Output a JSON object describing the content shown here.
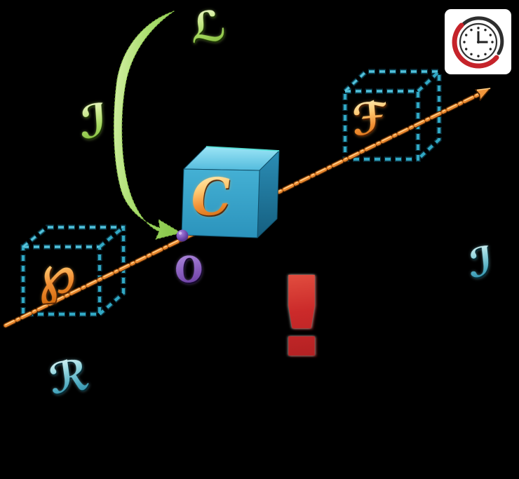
{
  "scene": {
    "description": "3D diagram: dashed trajectory arrow through past, current and future cubes with curved arrow, origin point, clock icon and exclamation mark",
    "background_color": "#000000"
  },
  "letters": {
    "top": {
      "letter": "L",
      "glyph": "ℒ",
      "color": "green"
    },
    "arc": {
      "letter": "T",
      "glyph": "ℐ",
      "color": "green"
    },
    "center_cube": {
      "letter": "C",
      "glyph": "C",
      "color": "orange"
    },
    "origin": {
      "letter": "O",
      "glyph": "ℴ",
      "color": "purple"
    },
    "left_cube": {
      "letter": "P",
      "glyph": "℘",
      "color": "orange"
    },
    "right_cube": {
      "letter": "F",
      "glyph": "ℱ",
      "color": "orange"
    },
    "axis_right": {
      "letter": "T",
      "glyph": "ℐ",
      "color": "teal"
    },
    "bottom_left": {
      "letter": "R",
      "glyph": "ℛ",
      "color": "teal"
    }
  },
  "exclamation": {
    "glyph": "!"
  },
  "icons": {
    "clock": "clock-icon"
  },
  "colors": {
    "cube_front": "#35a2c8",
    "cube_top": "#7fd2ea",
    "cube_right": "#1f7ba2",
    "wireframe_dash": "#31a8c4",
    "trajectory_orange": "#e8862d",
    "curved_arrow_green": "#a8d96c",
    "origin_sphere_purple": "#7a52b8",
    "exclamation_red": "#c2272b",
    "clock_red": "#c5232a",
    "clock_black": "#2e2e2e"
  }
}
